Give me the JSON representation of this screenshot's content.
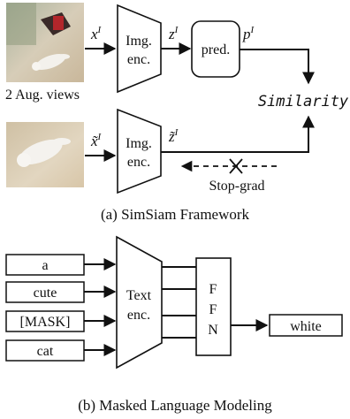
{
  "simsiam": {
    "view1_symbol": "x",
    "view2_symbol": "x̃",
    "superscript": "I",
    "encoder_line1": "Img.",
    "encoder_line2": "enc.",
    "z_symbol": "z",
    "z2_symbol": "z̃",
    "predictor": "pred.",
    "p_symbol": "p",
    "aug_views": "2 Aug. views",
    "similarity": "Similarity",
    "stop_grad": "Stop-grad",
    "caption": "(a) SimSiam Framework"
  },
  "mlm": {
    "tokens": [
      "a",
      "cute",
      "[MASK]",
      "cat"
    ],
    "encoder_line1": "Text",
    "encoder_line2": "enc.",
    "ffn_letters": [
      "F",
      "F",
      "N"
    ],
    "output": "white",
    "caption": "(b) Masked Language Modeling"
  }
}
